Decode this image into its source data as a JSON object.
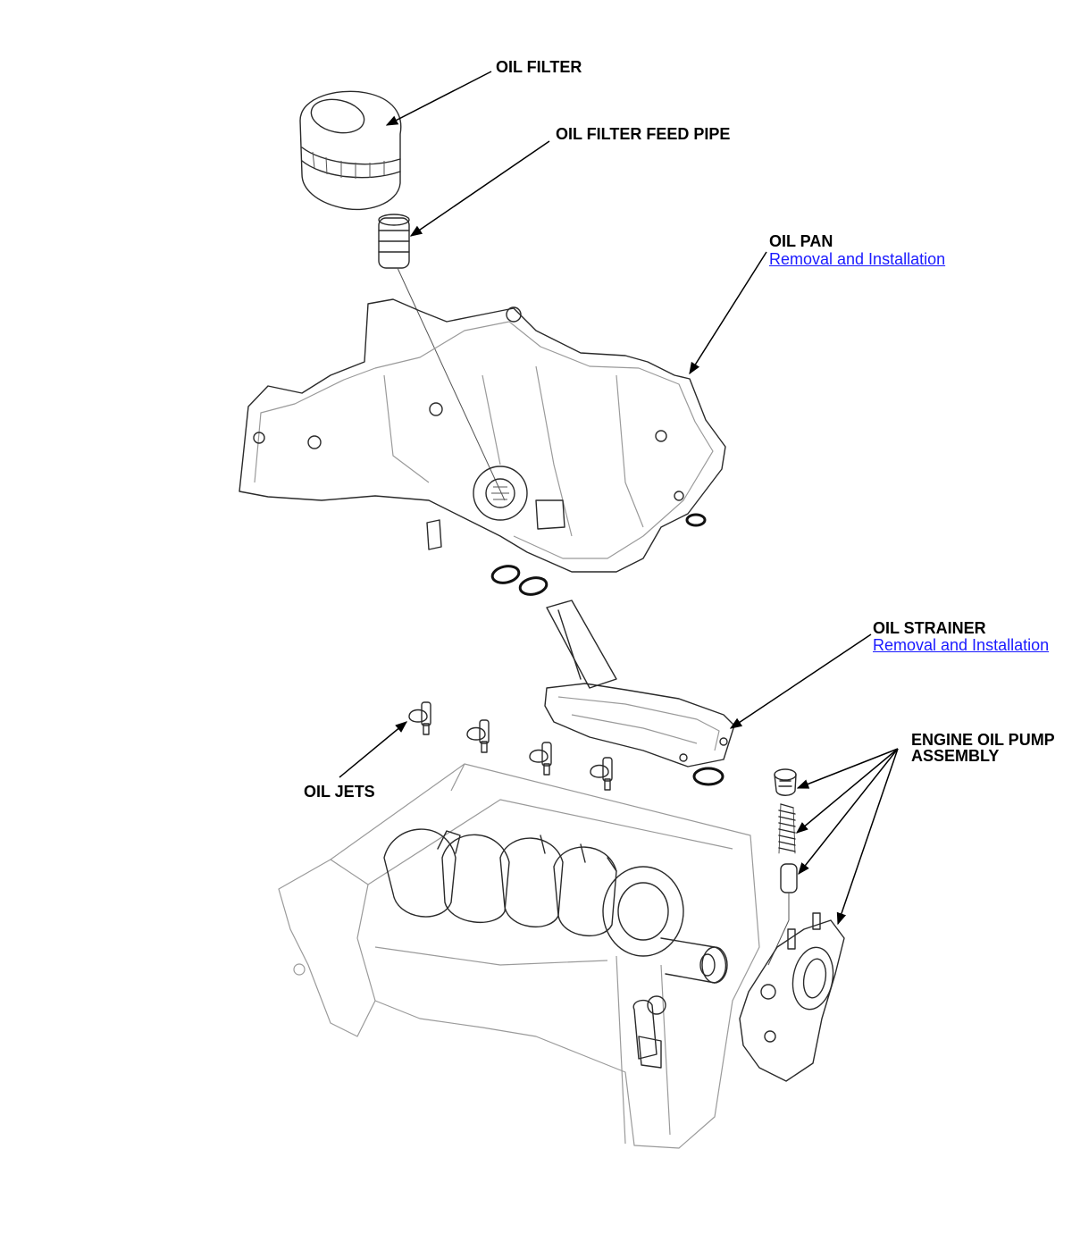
{
  "labels": {
    "oil_filter": "OIL FILTER",
    "oil_filter_feed_pipe": "OIL FILTER FEED PIPE",
    "oil_pan": "OIL PAN",
    "oil_pan_link": "Removal and Installation",
    "oil_strainer": "OIL STRAINER",
    "oil_strainer_link": "Removal and Installation",
    "engine_oil_pump_line1": "ENGINE OIL PUMP",
    "engine_oil_pump_line2": "ASSEMBLY",
    "oil_jets": "OIL JETS"
  },
  "colors": {
    "link": "#1a1aff",
    "text": "#000000",
    "linework": "#2a2a2a"
  }
}
